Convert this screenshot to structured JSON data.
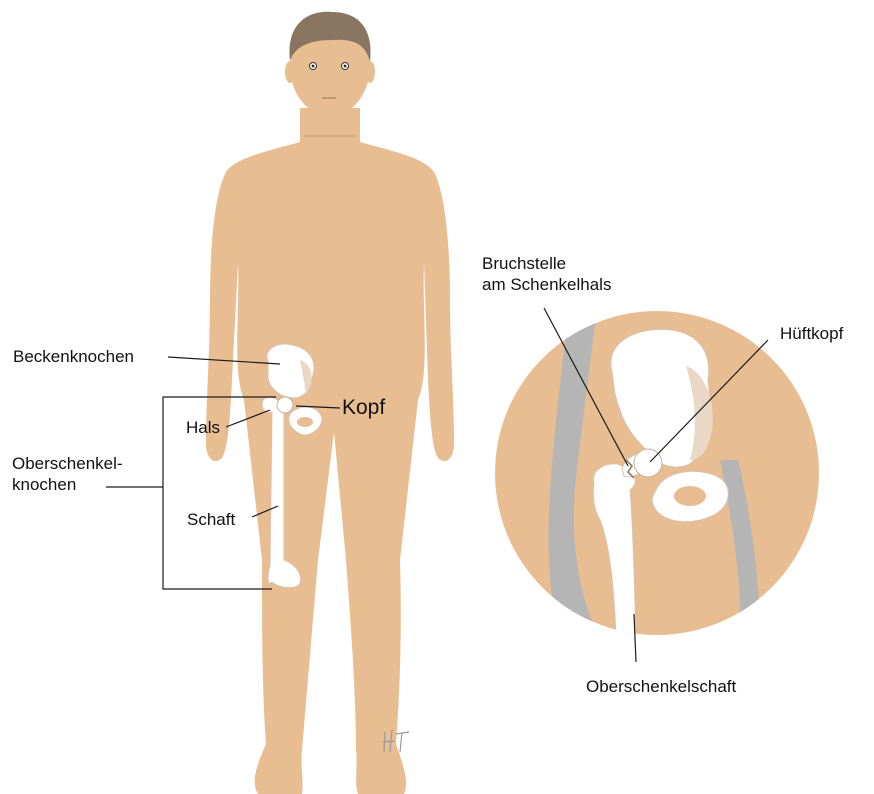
{
  "labels": {
    "beckenknochen": "Beckenknochen",
    "hals": "Hals",
    "kopf": "Kopf",
    "oberschenkelknochen_line1": "Oberschenkel-",
    "oberschenkelknochen_line2": "knochen",
    "schaft": "Schaft",
    "bruchstelle_line1": "Bruchstelle",
    "bruchstelle_line2": "am Schenkelhals",
    "hueftkopf": "Hüftkopf",
    "oberschenkelschaft": "Oberschenkelschaft"
  },
  "signature": "HT",
  "colors": {
    "skin": "#e8bd92",
    "hair": "#8a7660",
    "bone": "#ffffff",
    "bone_shadow": "#ead8c6",
    "gray_band": "#b5b5b5",
    "leader_line": "#1a1a1a"
  }
}
